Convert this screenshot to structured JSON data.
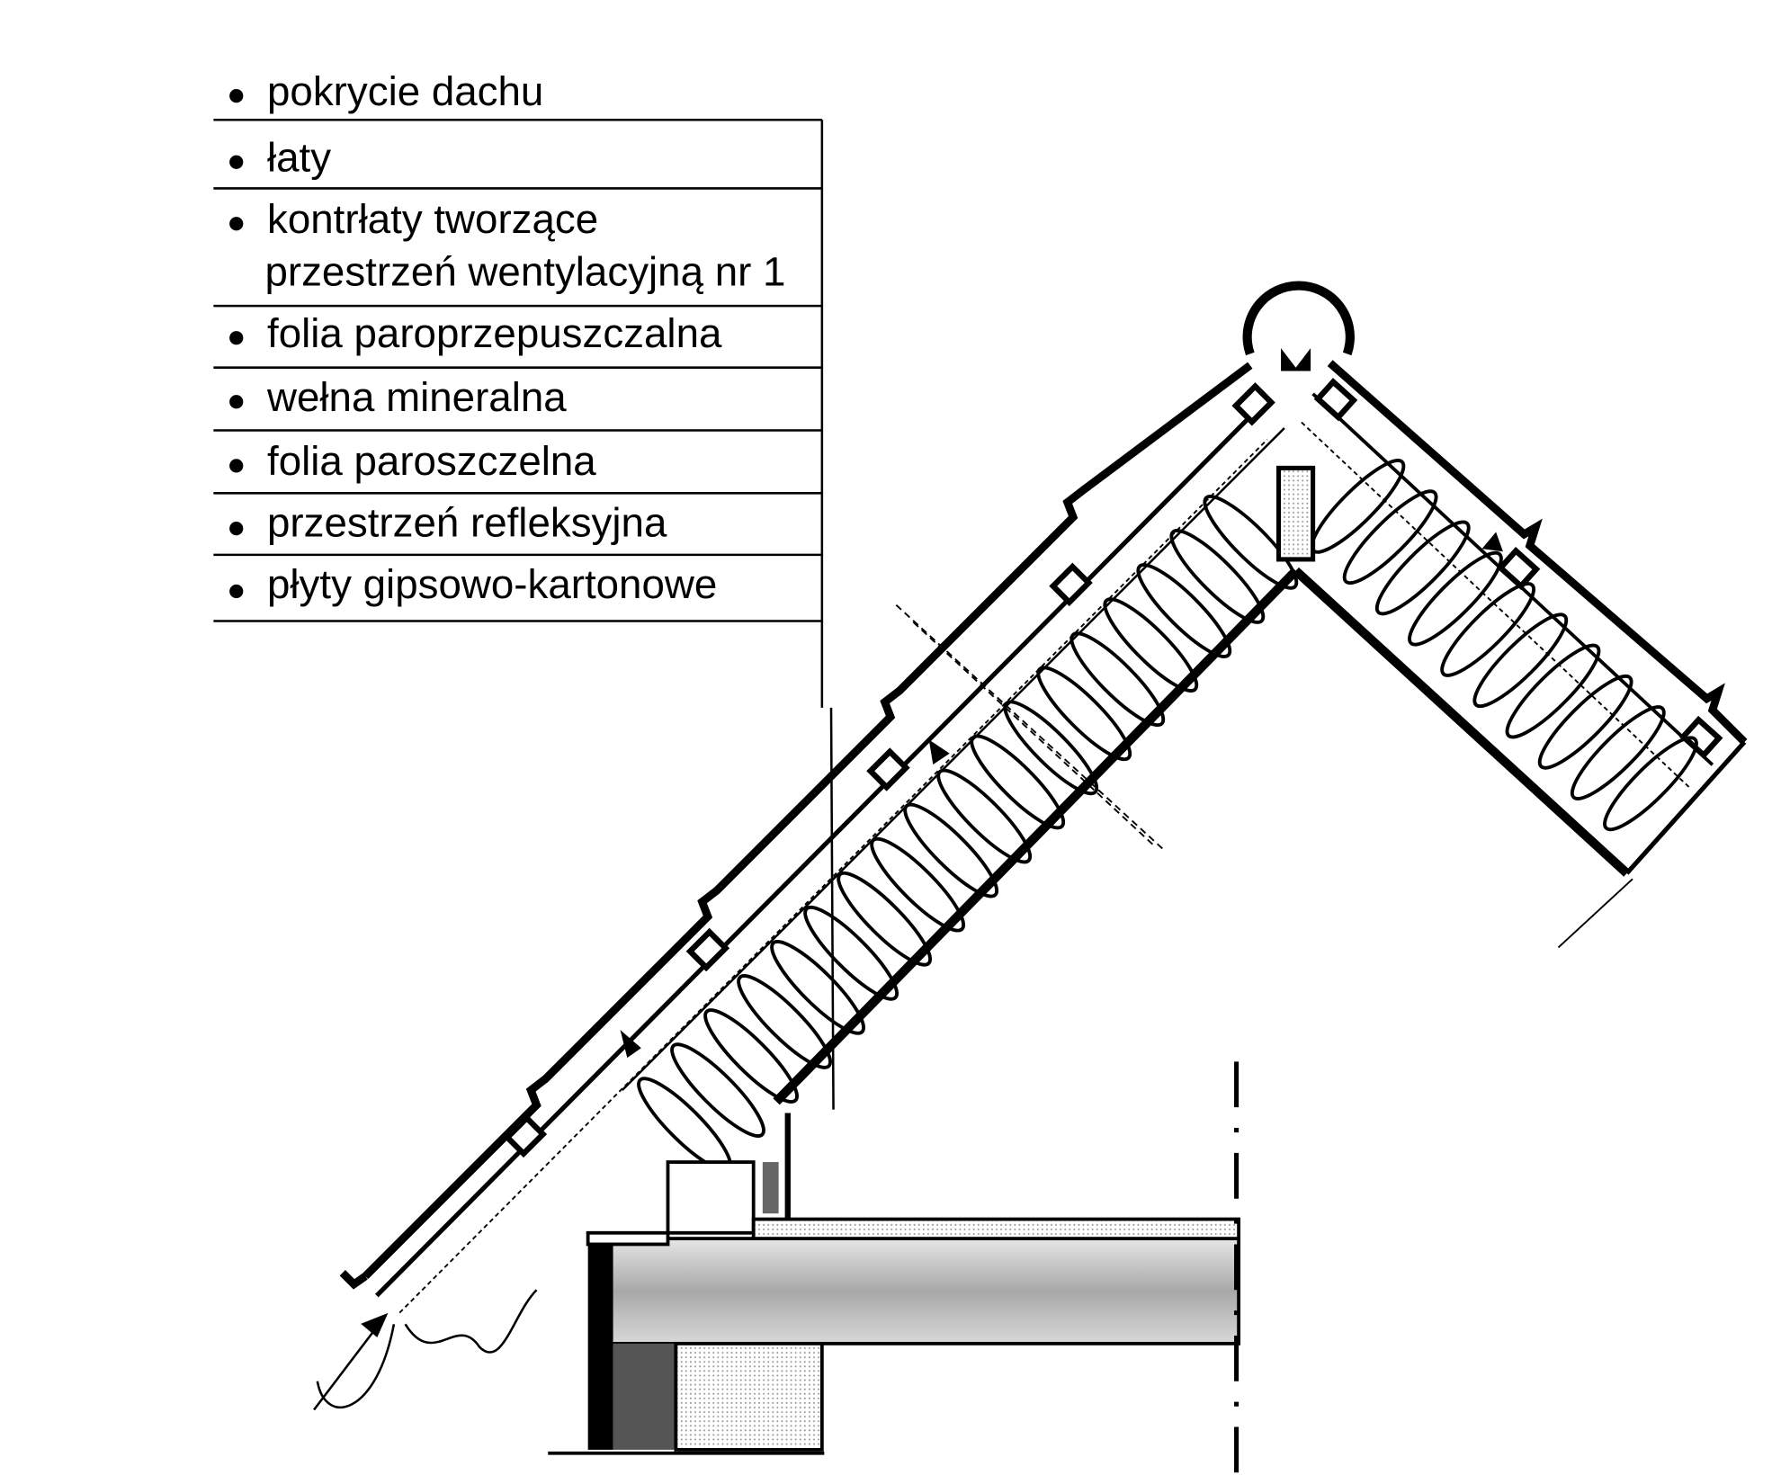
{
  "legend": {
    "items": [
      {
        "label": "pokrycie dachu"
      },
      {
        "label": "łaty"
      },
      {
        "label": "kontrłaty tworzące",
        "label2": "przestrzeń wentylacyjną nr 1"
      },
      {
        "label": "folia paroprzepuszczalna"
      },
      {
        "label": "wełna mineralna"
      },
      {
        "label": "folia paroszczelna"
      },
      {
        "label": "przestrzeń refleksyjna"
      },
      {
        "label": "płyty gipsowo-kartonowe"
      }
    ]
  },
  "colors": {
    "ink": "#000000",
    "paper": "#ffffff",
    "shade": "#9a9a9a"
  }
}
